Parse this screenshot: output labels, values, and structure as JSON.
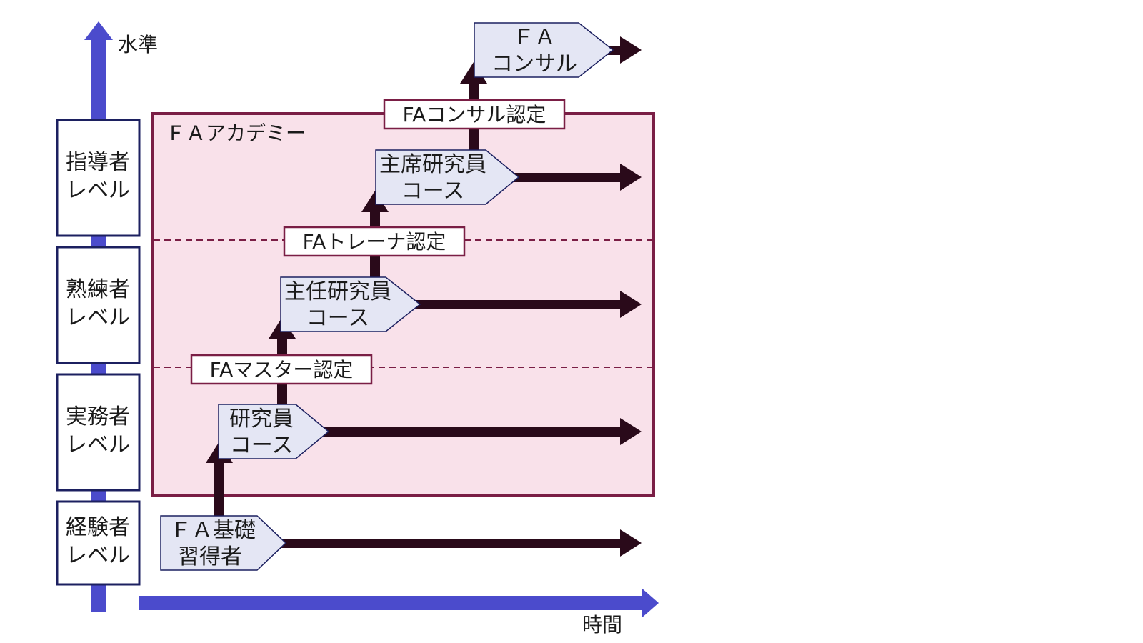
{
  "axes": {
    "y_label": "水準",
    "x_label": "時間"
  },
  "levels": [
    {
      "line1": "指導者",
      "line2": "レベル"
    },
    {
      "line1": "熟練者",
      "line2": "レベル"
    },
    {
      "line1": "実務者",
      "line2": "レベル"
    },
    {
      "line1": "経験者",
      "line2": "レベル"
    }
  ],
  "academy": {
    "title": "ＦＡアカデミー"
  },
  "courses": [
    {
      "line1": "ＦＡ基礎",
      "line2": "習得者"
    },
    {
      "line1": "研究員",
      "line2": "コース"
    },
    {
      "line1": "主任研究員",
      "line2": "コース"
    },
    {
      "line1": "主席研究員",
      "line2": "コース"
    },
    {
      "line1": "ＦＡ",
      "line2": "コンサル"
    }
  ],
  "certifications": [
    {
      "label": "FAマスター認定"
    },
    {
      "label": "FAトレーナ認定"
    },
    {
      "label": "FAコンサル認定"
    }
  ],
  "colors": {
    "axis": "#4b4bcc",
    "academy_fill": "#f9e1ea",
    "academy_border": "#7a1e45",
    "arrow": "#2a0a1a",
    "course_fill": "#e4e6f4",
    "box_border": "#1c2060"
  }
}
